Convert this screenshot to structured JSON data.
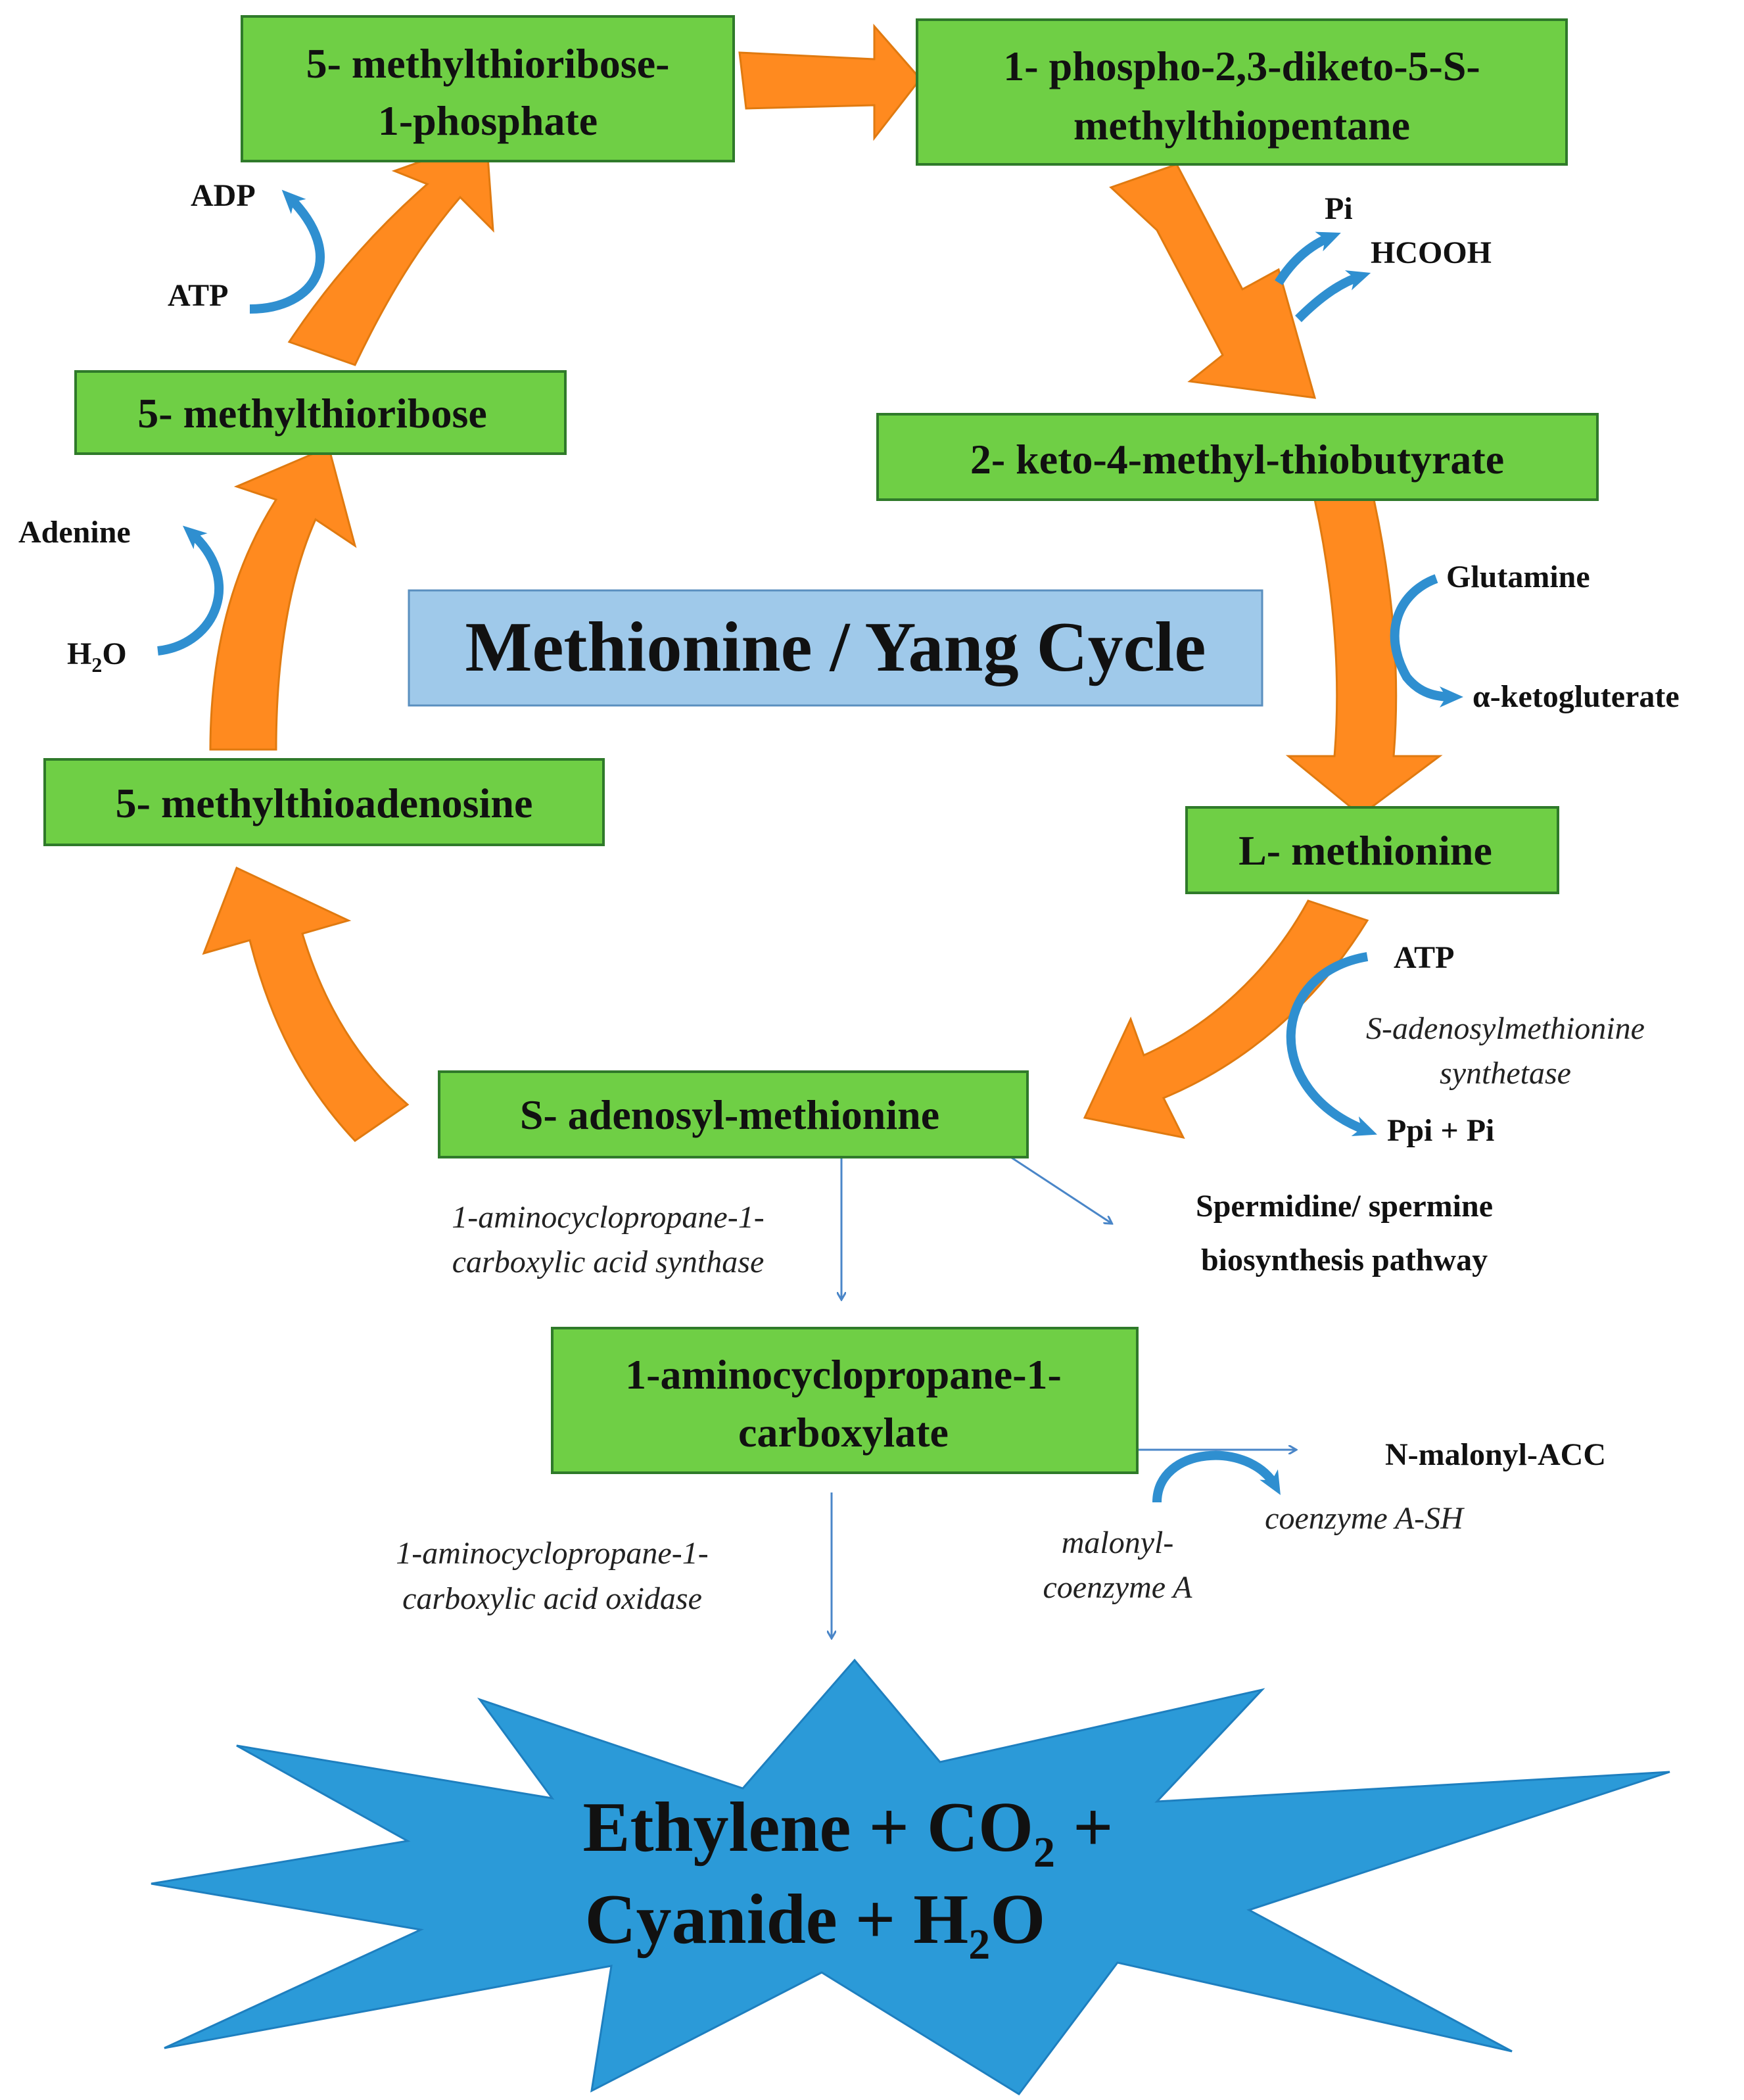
{
  "title": "Methionine / Yang Cycle",
  "colors": {
    "box_fill": "#6fcf45",
    "box_stroke": "#2f7a2a",
    "cycle_arrow": "#ff8a1f",
    "cofactor_arrow": "#2f8fd0",
    "title_box": "#9fc9ea",
    "burst": "#2b9ad8",
    "thin_arrow": "#4a86c8"
  },
  "nodes": {
    "mtr1p": {
      "line1": "5- methylthioribose-",
      "line2": "1-phosphate"
    },
    "phospho": {
      "line1": "1- phospho-2,3-diketo-5-S-",
      "line2": "methylthiopentane"
    },
    "keto": {
      "line1": "2- keto-4-methyl-thiobutyrate"
    },
    "lmet": {
      "line1": "L- methionine"
    },
    "sam": {
      "line1": "S- adenosyl-methionine"
    },
    "mta": {
      "line1": "5- methylthioadenosine"
    },
    "mtr": {
      "line1": "5- methylthioribose"
    },
    "acc": {
      "line1": "1-aminocyclopropane-1-",
      "line2": "carboxylate"
    }
  },
  "cofactors": {
    "adp": "ADP",
    "atp1": "ATP",
    "pi1": "Pi",
    "hcooh": "HCOOH",
    "glutamine": "Glutamine",
    "akg": "α-ketogluterate",
    "atp2": "ATP",
    "ppi": "Ppi + Pi",
    "adenine": "Adenine",
    "h2o_in": "H",
    "h2o_sub": "2",
    "h2o_o": "O"
  },
  "enzymes": {
    "sams_line1": "S-adenosylmethionine",
    "sams_line2": "synthetase",
    "accs_line1": "1-aminocyclopropane-1-",
    "accs_line2": "carboxylic acid synthase",
    "acco_line1": "1-aminocyclopropane-1-",
    "acco_line2": "carboxylic acid oxidase",
    "malonyl_line1": "malonyl-",
    "malonyl_line2": "coenzyme A",
    "coa": "coenzyme A-SH"
  },
  "branches": {
    "spermidine_line1": "Spermidine/ spermine",
    "spermidine_line2": "biosynthesis pathway",
    "nmalonyl": "N-malonyl-ACC"
  },
  "products": {
    "ethylene": "Ethylene + CO",
    "co2_sub": "2",
    "plus": " +",
    "cyanide": "Cyanide + H",
    "h2o_sub": "2",
    "h2o_o": "O"
  }
}
